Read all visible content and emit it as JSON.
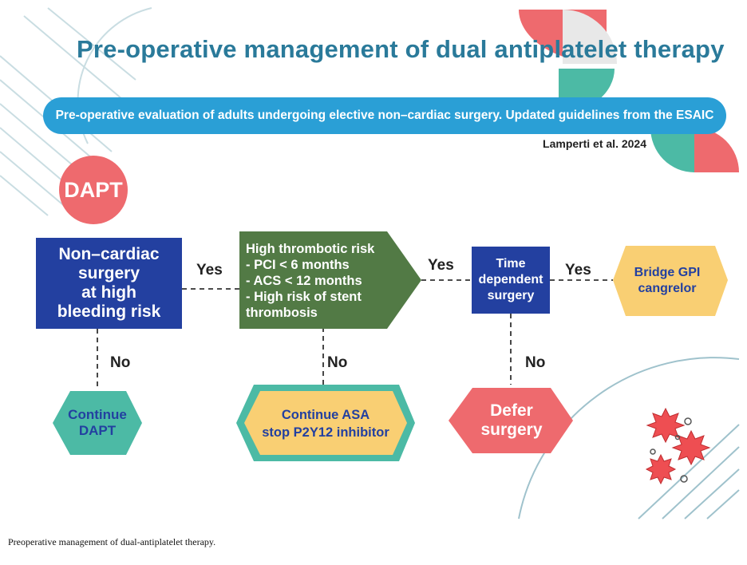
{
  "title": "Pre-operative management of dual antiplatelet therapy",
  "banner": "Pre-operative evaluation of adults undergoing elective non–cardiac surgery. Updated guidelines from the ESAIC",
  "citation": "Lamperti et al. 2024",
  "dapt_badge": "DAPT",
  "nodes": {
    "bleeding_risk": "Non–cardiac\nsurgery\nat high\nbleeding risk",
    "thrombotic_risk": "High thrombotic risk\n- PCI < 6 months\n- ACS  < 12 months\n- High risk of stent\n  thrombosis",
    "time_dependent": "Time\ndependent\nsurgery",
    "bridge": "Bridge GPI\ncangrelor",
    "continue_dapt": "Continue\nDAPT",
    "continue_asa": "Continue ASA\nstop P2Y12 inhibitor",
    "defer": "Defer\nsurgery"
  },
  "edge_labels": {
    "yes": "Yes",
    "no": "No"
  },
  "caption": "Preoperative management of dual-antiplatelet therapy.",
  "colors": {
    "navy": "#2340a0",
    "green": "#527a45",
    "yellow": "#f9cf73",
    "teal": "#4cbaa5",
    "coral": "#ee6a6e",
    "banner_blue": "#2a9fd6",
    "title_blue": "#2a7a9a"
  }
}
